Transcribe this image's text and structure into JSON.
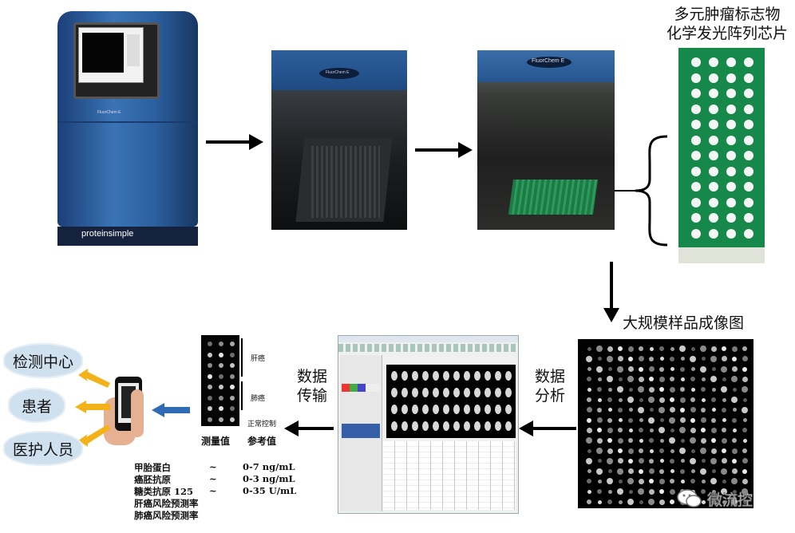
{
  "labels": {
    "chip_title_line1": "多元肿瘤标志物",
    "chip_title_line2": "化学发光阵列芯片",
    "imaging_title": "大规模样品成像图",
    "analysis_line1": "数据",
    "analysis_line2": "分析",
    "transmit_line1": "数据",
    "transmit_line2": "传输",
    "measured_header": "测量值",
    "reference_header": "参考值",
    "liver_cancer": "肝癌",
    "lung_cancer": "肺癌",
    "normal_control": "正常控制",
    "watermark": "微流控"
  },
  "instrument": {
    "brand": "proteinsimple",
    "model_small": "FluorChem E",
    "model_label": "FluorChem E"
  },
  "recipients": [
    "检测中心",
    "患者",
    "医护人员"
  ],
  "results": [
    {
      "name": "甲胎蛋白",
      "sep": "~",
      "ref": "0-7  ng/mL"
    },
    {
      "name": "癌胚抗原",
      "sep": "~",
      "ref": "0-3  ng/mL"
    },
    {
      "name": "糖类抗原 125",
      "sep": "~",
      "ref": "0-35 U/mL"
    },
    {
      "name": "肝癌风险预测率",
      "sep": "",
      "ref": ""
    },
    {
      "name": "肺癌风险预测率",
      "sep": "",
      "ref": ""
    }
  ],
  "colors": {
    "chip_green": "#16894a",
    "cloud_blue": "#cfe0ef",
    "arrow_yellow": "#f3b21a",
    "arrow_blue": "#2f6bb5",
    "instrument_blue": "#2b5f9e"
  }
}
